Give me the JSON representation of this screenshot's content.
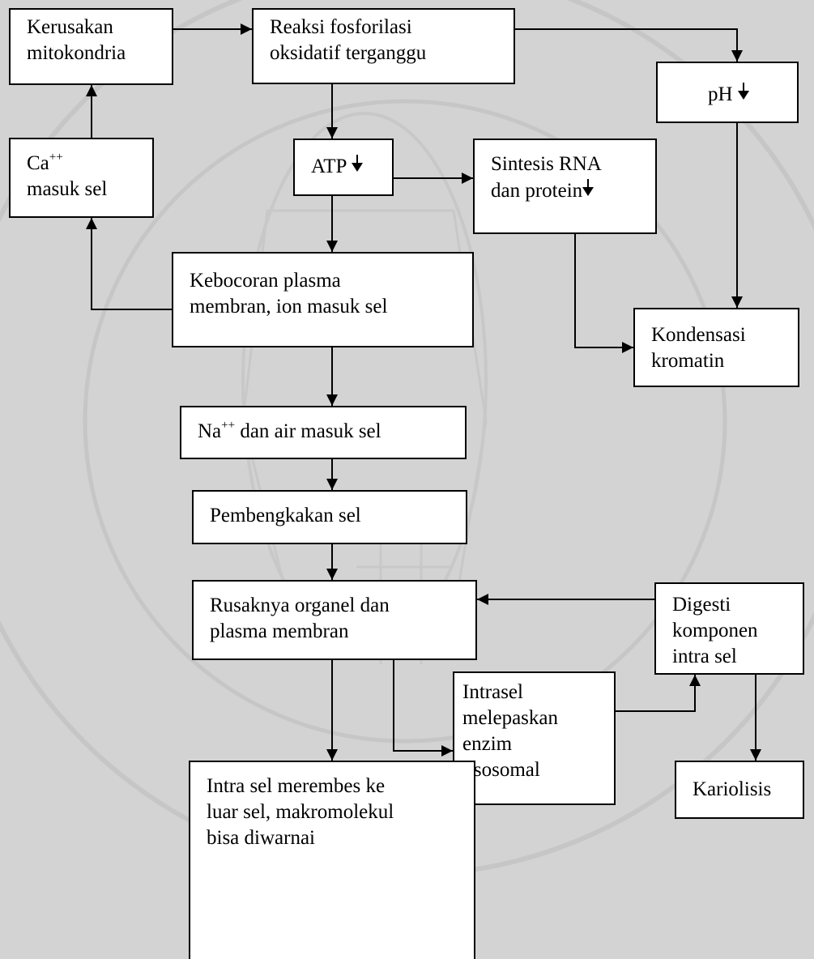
{
  "nodes": {
    "kerusakan": {
      "lines": [
        "Kerusakan",
        "mitokondria"
      ]
    },
    "reaksi": {
      "lines": [
        "Reaksi fosforilasi",
        "oksidatif terganggu"
      ]
    },
    "ph": {
      "text": "pH",
      "arrow": "down"
    },
    "ca": {
      "ion": "Ca",
      "sup": "++",
      "line2": "masuk sel"
    },
    "atp": {
      "text": "ATP",
      "arrow": "down"
    },
    "sintesis": {
      "line1": "Sintesis RNA",
      "line2": "dan protein",
      "arrow": "down"
    },
    "kebocoran": {
      "lines": [
        "Kebocoran plasma",
        "membran, ion masuk sel"
      ]
    },
    "kondensasi": {
      "lines": [
        "Kondensasi",
        "kromatin"
      ]
    },
    "na": {
      "ion": "Na",
      "sup": "++",
      "rest": " dan air masuk sel"
    },
    "pembengkakan": {
      "text": "Pembengkakan sel"
    },
    "rusaknya": {
      "lines": [
        "Rusaknya organel dan",
        "plasma membran"
      ]
    },
    "digesti": {
      "lines": [
        "Digesti",
        "komponen",
        "intra sel"
      ]
    },
    "intrasel": {
      "lines": [
        "Intrasel",
        "melepaskan",
        "enzim",
        "lisosomal"
      ]
    },
    "intramerembes": {
      "lines": [
        "Intra sel merembes ke",
        "luar sel,  makromolekul",
        "bisa diwarnai"
      ]
    },
    "kariolisis": {
      "text": "Kariolisis"
    }
  },
  "colors": {
    "background": "#d3d3d3",
    "box": "#ffffff",
    "line": "#000000",
    "watermark": "#c4c4c4"
  }
}
